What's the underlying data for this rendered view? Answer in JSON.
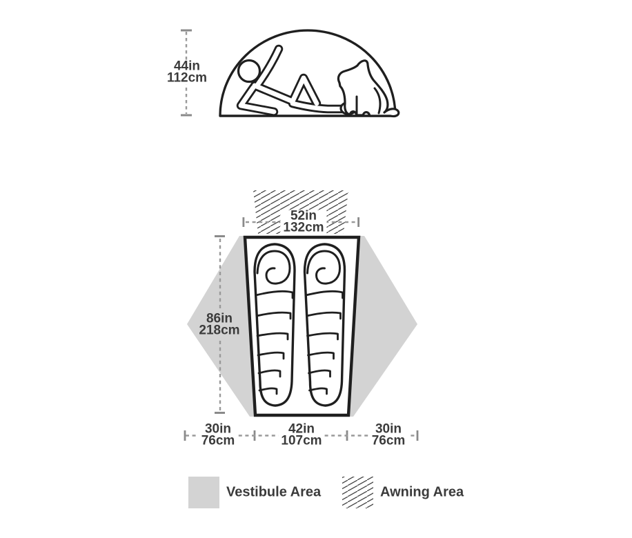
{
  "diagram": {
    "type": "tent-dimension-spec",
    "views": [
      "side-profile",
      "floor-plan",
      "legend"
    ]
  },
  "side_view": {
    "description": "dome tent silhouette with reclining person and sitting dog",
    "height": {
      "inches": "44in",
      "centimeters": "112cm"
    }
  },
  "floor_plan": {
    "description": "tent floor with two mummy sleeping bags, side vestibules and top awning",
    "head_end_width": {
      "inches": "52in",
      "centimeters": "132cm"
    },
    "length": {
      "inches": "86in",
      "centimeters": "218cm"
    },
    "left_vestibule_depth": {
      "inches": "30in",
      "centimeters": "76cm"
    },
    "floor_width": {
      "inches": "42in",
      "centimeters": "107cm"
    },
    "right_vestibule_depth": {
      "inches": "30in",
      "centimeters": "76cm"
    }
  },
  "legend": {
    "vestibule": {
      "label": "Vestibule Area",
      "swatch": "solid-gray-fill"
    },
    "awning": {
      "label": "Awning Area",
      "swatch": "diagonal-hatch"
    }
  },
  "colors": {
    "background": "#ffffff",
    "outline": "#1f1f1f",
    "dimension_line": "#999999",
    "dimension_tick": "#8a8a8a",
    "text": "#3b3b3b",
    "vestibule_fill": "#d3d3d3",
    "hatch_line": "#444444"
  }
}
